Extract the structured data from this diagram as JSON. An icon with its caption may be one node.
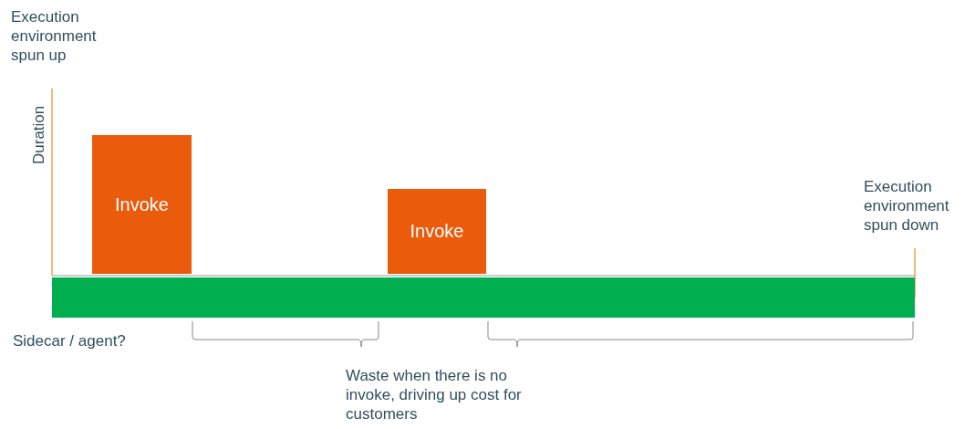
{
  "diagram": {
    "nodes": [
      {
        "text": [
          "Invoke"
        ]
      },
      {
        "text": [
          "Invoke"
        ]
      },
      {
        "text": [
          "Sidecar / agent?"
        ]
      }
    ],
    "labels": [
      "Execution environment spun up",
      "Duration",
      "Execution environment spun down",
      "Waste when there is no invoke, driving up cost for customers"
    ]
  }
}
